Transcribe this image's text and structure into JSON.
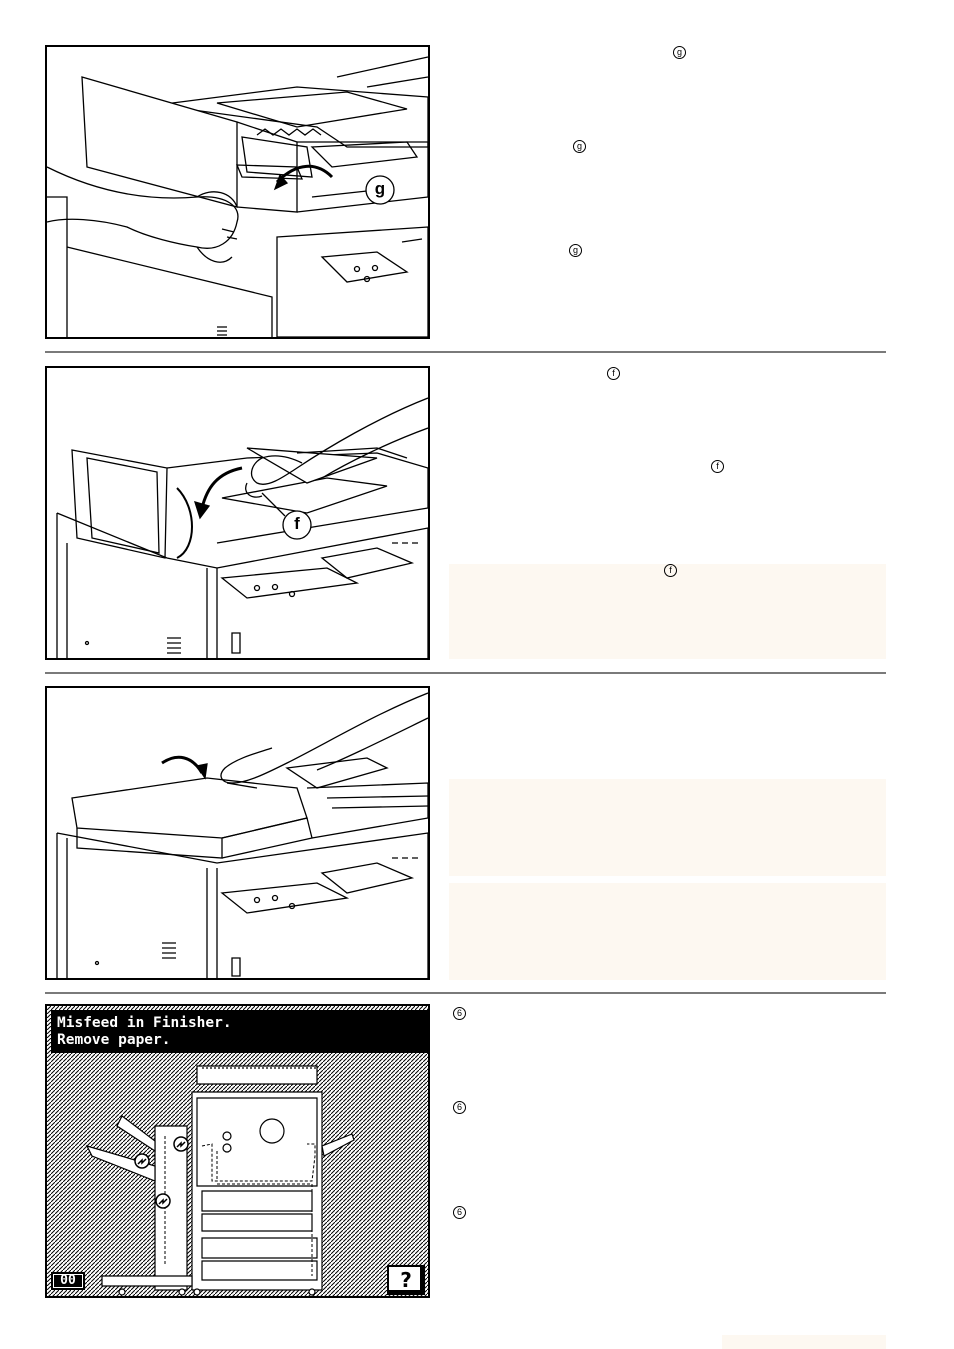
{
  "step1": {
    "markers": [
      "g",
      "g",
      "g"
    ]
  },
  "step2": {
    "markers": [
      "f",
      "f",
      "f"
    ]
  },
  "step4": {
    "markers": [
      "6",
      "6",
      "6"
    ]
  },
  "illustrations": {
    "label_g": "g",
    "label_f": "f"
  },
  "panel": {
    "title_line1": "Misfeed in Finisher.",
    "title_line2": "Remove paper.",
    "counter": "00",
    "help_label": "?"
  },
  "colors": {
    "note_tint": "#fdf8f1",
    "separator": "#7a7a7a"
  }
}
